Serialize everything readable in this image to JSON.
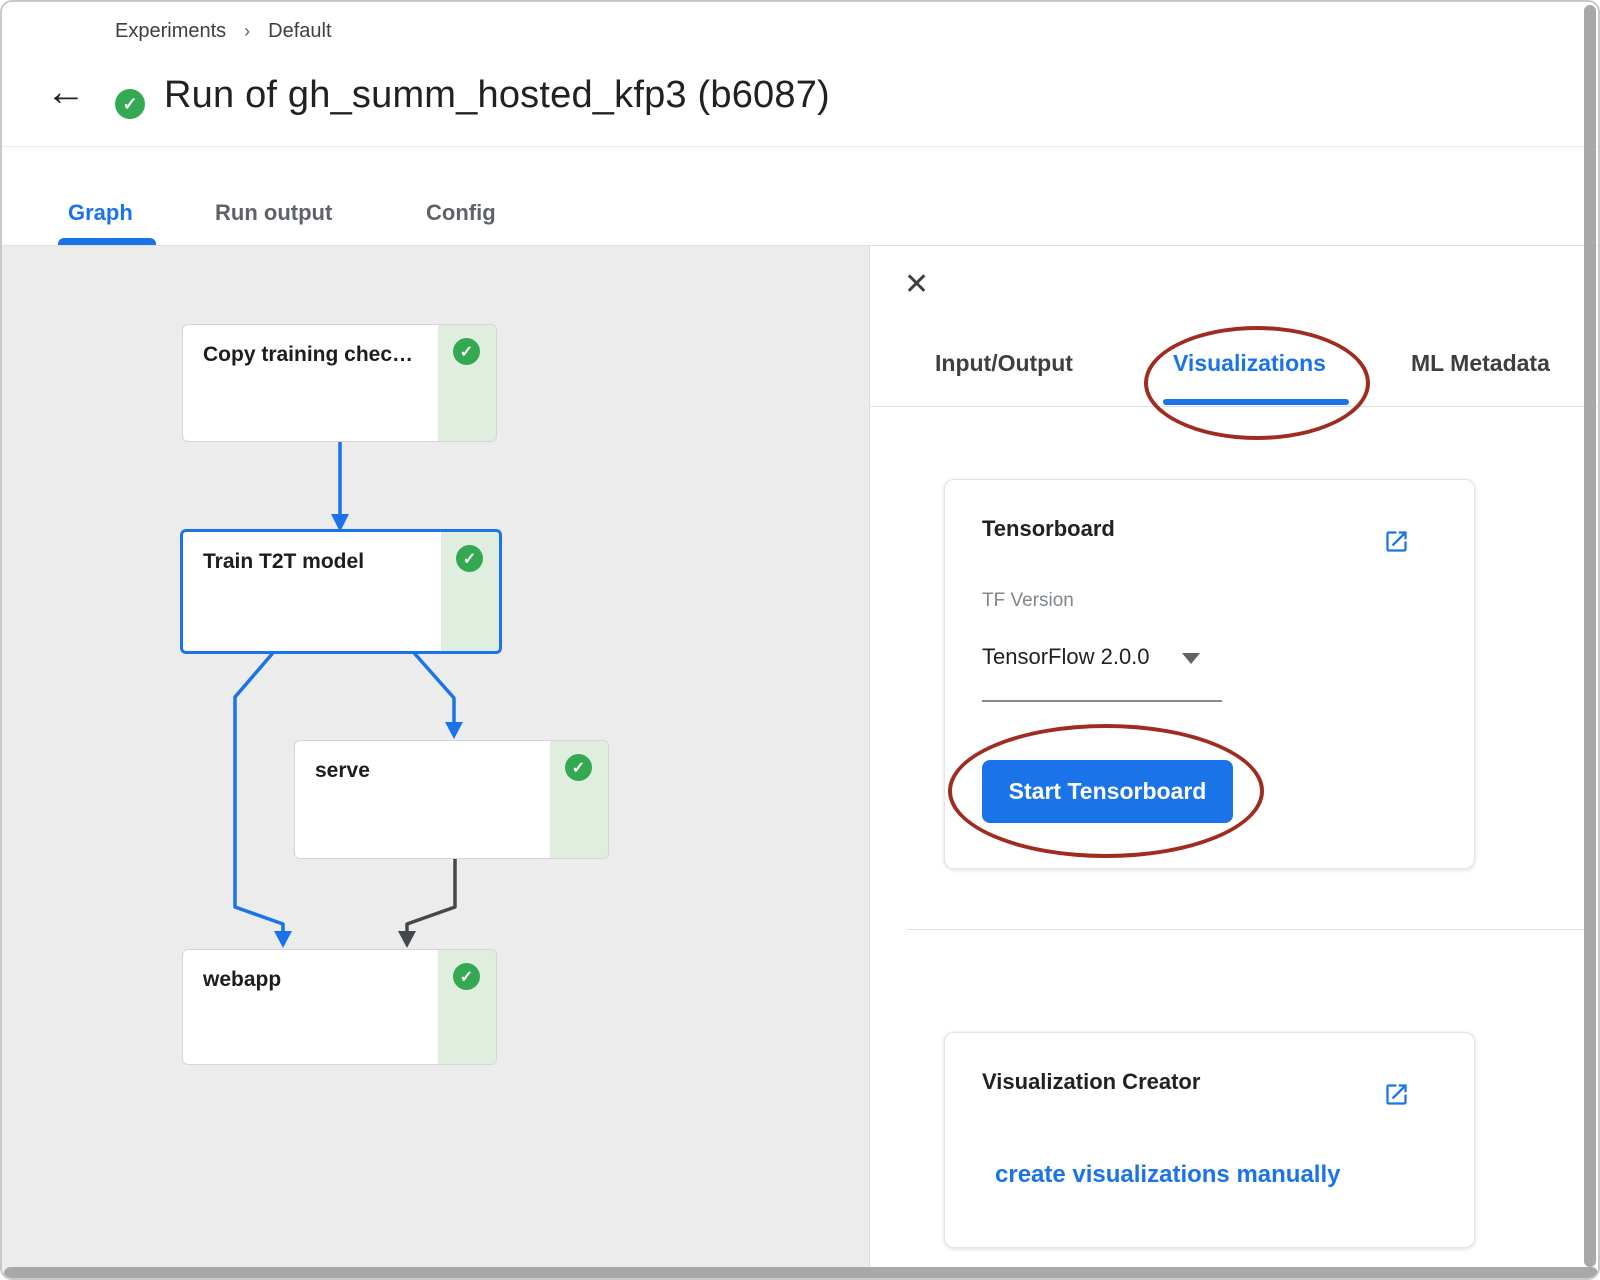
{
  "breadcrumb": {
    "items": [
      "Experiments",
      "Default"
    ],
    "separator": "›"
  },
  "header": {
    "back_icon": "←",
    "title": "Run of gh_summ_hosted_kfp3 (b6087)"
  },
  "icons": {
    "check": "✓",
    "close": "✕"
  },
  "main_tabs": {
    "graph": "Graph",
    "run_output": "Run output",
    "config": "Config"
  },
  "graph": {
    "nodes": [
      {
        "label": "Copy training chec…",
        "status": "succeeded"
      },
      {
        "label": "Train T2T model",
        "status": "succeeded",
        "selected": true
      },
      {
        "label": "serve",
        "status": "succeeded"
      },
      {
        "label": "webapp",
        "status": "succeeded"
      }
    ]
  },
  "side_panel": {
    "tabs": {
      "input_output": "Input/Output",
      "visualizations": "Visualizations",
      "ml_metadata": "ML Metadata"
    },
    "active_tab": "Visualizations",
    "tensorboard_card": {
      "title": "Tensorboard",
      "tf_version_label": "TF Version",
      "tf_version_value": "TensorFlow 2.0.0",
      "start_button": "Start Tensorboard"
    },
    "viz_card": {
      "title": "Visualization Creator",
      "link": "create visualizations manually"
    }
  },
  "colors": {
    "accent": "#1a73e8",
    "success": "#34a853",
    "annotation": "#a02c20"
  }
}
